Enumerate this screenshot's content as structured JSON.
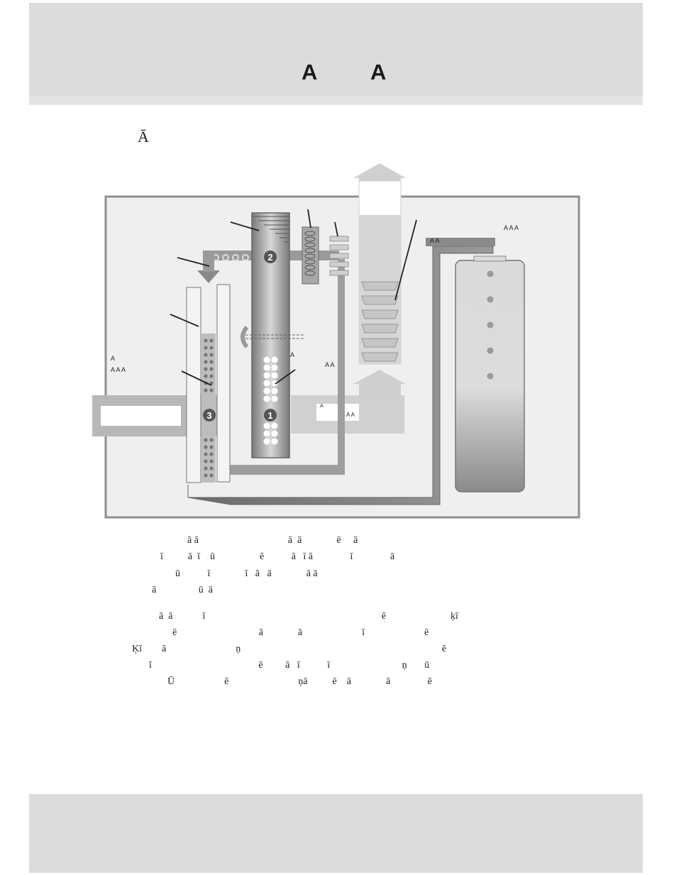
{
  "header": {
    "title_left": "A",
    "title_right": "A"
  },
  "section": {
    "heading": "Ā"
  },
  "diagram": {
    "labels": {
      "top_right": "A   A   A",
      "pipe_top": "A          A",
      "left_1": "A",
      "left_2": "A              A   A",
      "mid_a": "A",
      "mid_b": "A   A",
      "box_a": "A",
      "box_b": "A   A"
    },
    "numbers": [
      "1",
      "2",
      "3"
    ]
  },
  "paragraph1": {
    "lines": [
      "ā ā                                    ā  ā              ē     ā",
      "ī          ā  ī    ū                  ē           ā   ī ā               ī               ā",
      "ū           ī              ī   ā   ā              ā ā",
      "ā                 ū  ā"
    ]
  },
  "paragraph2": {
    "lines": [
      "ā  ā            ī                                                                       ē                          ķī",
      "ē                                 ā              ā                        ī                        ē",
      "Ķī        ā                            ņ                                                                                 ē",
      "ī                                           ē         ā   ī           ī                             ņ       ū",
      "Ū                    ē                            ņā          ē    ā              ā               ē"
    ]
  }
}
